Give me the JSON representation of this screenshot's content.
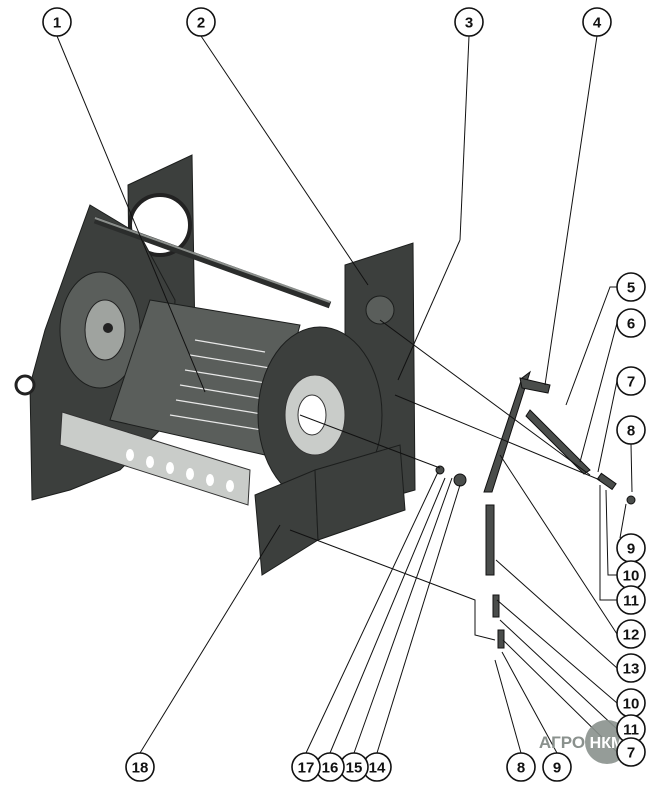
{
  "diagram": {
    "callouts": [
      {
        "label": "1"
      },
      {
        "label": "2"
      },
      {
        "label": "3"
      },
      {
        "label": "4"
      },
      {
        "label": "5"
      },
      {
        "label": "6"
      },
      {
        "label": "7"
      },
      {
        "label": "8"
      },
      {
        "label": "9"
      },
      {
        "label": "10"
      },
      {
        "label": "11"
      },
      {
        "label": "12"
      },
      {
        "label": "13"
      },
      {
        "label": "10"
      },
      {
        "label": "11"
      },
      {
        "label": "7"
      },
      {
        "label": "8"
      },
      {
        "label": "9"
      },
      {
        "label": "14"
      },
      {
        "label": "15"
      },
      {
        "label": "16"
      },
      {
        "label": "17"
      },
      {
        "label": "18"
      }
    ]
  },
  "logo": {
    "left_text": "АГРО",
    "circle_text": "НКМ"
  },
  "colors": {
    "frame": "#3c3f3d",
    "logo": "#8a918d"
  }
}
